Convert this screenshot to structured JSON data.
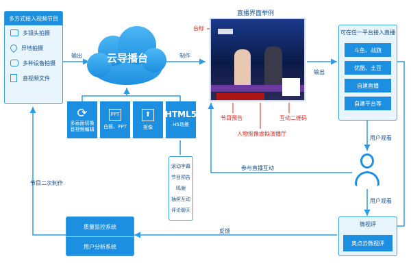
{
  "left_panel": {
    "title": "多方式接入视频节目",
    "items": [
      {
        "icon": "camera-icon",
        "label": "多镜头拍摄"
      },
      {
        "icon": "location-icon",
        "label": "异地拍摄"
      },
      {
        "icon": "device-camera-icon",
        "label": "多种设备拍摄"
      },
      {
        "icon": "video-file-icon",
        "label": "音视频文件"
      }
    ]
  },
  "cloud": {
    "title": "云导播台"
  },
  "labels": {
    "output_left": "输出",
    "make": "制作",
    "output_right": "输出",
    "station_logo": "台标",
    "program_preview": "节目预告",
    "interactive_qr": "互动二维码",
    "virtual_studio": "人物抠像虚拟演播厅",
    "showcase_title": "直播界面举例",
    "join_interaction": "参与直播互动",
    "user_watch_1": "用户观看",
    "user_watch_2": "用户观看",
    "secondary_production": "节目二次制作",
    "feedback": "反馈"
  },
  "tools": [
    {
      "icon": "refresh-icon",
      "label": "多画面切换\n音视频编辑"
    },
    {
      "icon": "ppt-icon",
      "label": "白板、PPT"
    },
    {
      "icon": "cutout-icon",
      "label": "抠像"
    },
    {
      "icon": "html5-icon",
      "label": "H5场景"
    }
  ],
  "h5_features": [
    "滚动字幕",
    "节目预告",
    "鸣谢",
    "抽奖互动",
    "评论聊天"
  ],
  "platforms": {
    "title": "可在任一平台接入直播",
    "items": [
      "斗鱼、战旗",
      "优酷、土豆",
      "自建直播",
      "自建平台等"
    ]
  },
  "evaluation": {
    "title": "微视评",
    "subtitle": "奥点云微视评"
  },
  "monitor": {
    "items": [
      "质量监控系统",
      "用户分析系统"
    ]
  },
  "colors": {
    "primary": "#1d8fe0",
    "border": "#39a3e6",
    "arrow": "#2a9be6",
    "accent": "#e2231a"
  }
}
